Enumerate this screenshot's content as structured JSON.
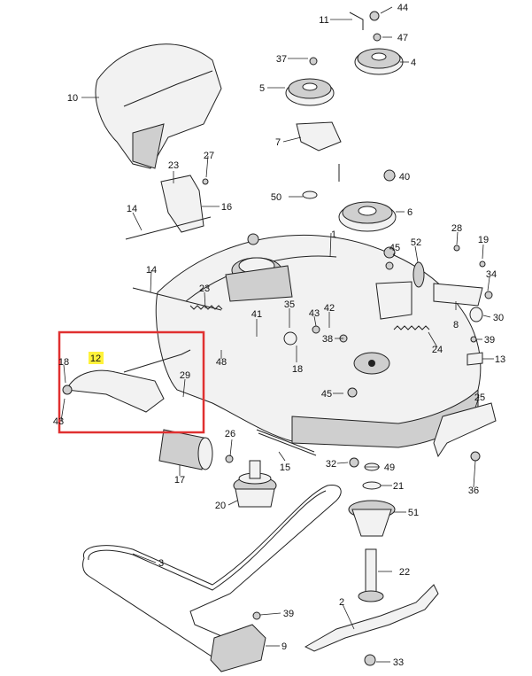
{
  "diagram": {
    "title": "Mower deck exploded parts diagram",
    "highlighted_part": "12",
    "highlight_color": "#e03030",
    "marker_color": "#fff23a",
    "labels": [
      "44",
      "11",
      "47",
      "37",
      "4",
      "5",
      "10",
      "7",
      "40",
      "1",
      "50",
      "6",
      "23",
      "27",
      "16",
      "14",
      "28",
      "45",
      "52",
      "19",
      "14",
      "34",
      "23",
      "41",
      "35",
      "43",
      "42",
      "30",
      "8",
      "39",
      "12",
      "18",
      "38",
      "18",
      "48",
      "29",
      "24",
      "13",
      "43",
      "45",
      "25",
      "26",
      "15",
      "17",
      "32",
      "49",
      "21",
      "36",
      "20",
      "51",
      "3",
      "22",
      "2",
      "39",
      "9",
      "33"
    ]
  }
}
